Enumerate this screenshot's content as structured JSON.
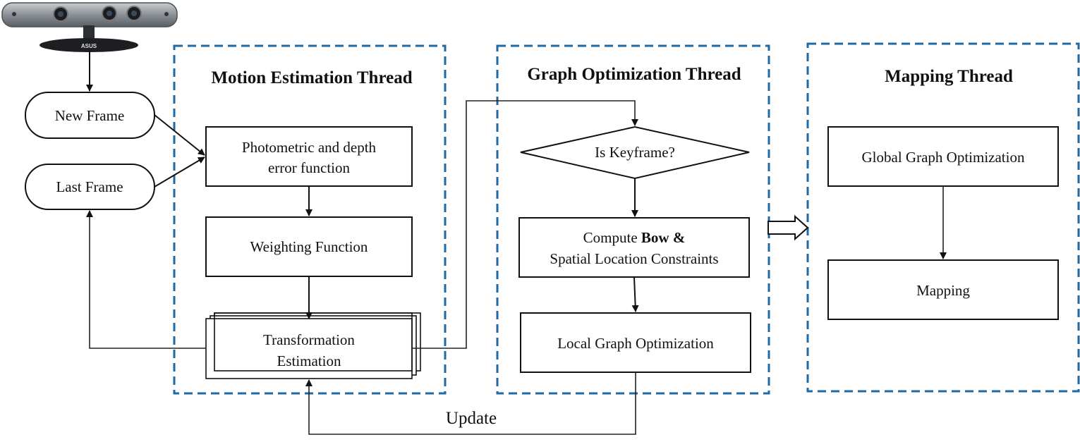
{
  "threads": {
    "motion": "Motion Estimation Thread",
    "graph": "Graph Optimization Thread",
    "mapping": "Mapping Thread"
  },
  "nodes": {
    "new_frame": "New Frame",
    "last_frame": "Last Frame",
    "photometric_line1": "Photometric and depth",
    "photometric_line2": "error function",
    "weighting": "Weighting Function",
    "transformation_line1": "Transformation",
    "transformation_line2": "Estimation",
    "keyframe": "Is Keyframe?",
    "compute_prefix": "Compute ",
    "compute_bold": "Bow &",
    "compute_line2": "Spatial Location Constraints",
    "local_opt": "Local Graph Optimization",
    "global_opt": "Global Graph Optimization",
    "mapping": "Mapping"
  },
  "edges": {
    "update": "Update"
  },
  "camera": {
    "icon": "rgbd-camera-icon",
    "brand": "ASUS"
  }
}
